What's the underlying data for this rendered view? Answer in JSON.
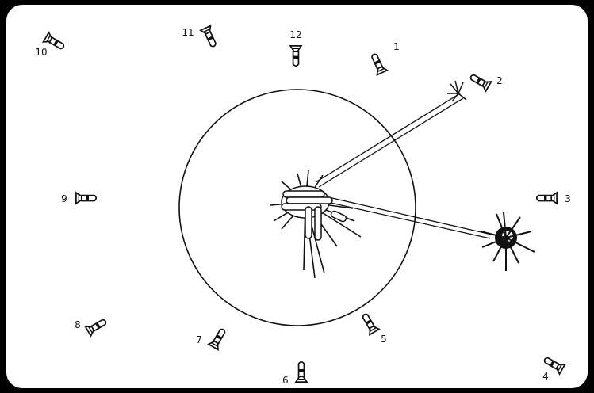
{
  "colors": {
    "background": "#000000",
    "panel": "#ffffff",
    "ink": "#111111"
  },
  "bombs": [
    {
      "id": "1",
      "label": "1",
      "icon": "bomb-icon"
    },
    {
      "id": "2",
      "label": "2",
      "icon": "bomb-icon"
    },
    {
      "id": "3",
      "label": "3",
      "icon": "bomb-icon"
    },
    {
      "id": "4",
      "label": "4",
      "icon": "bomb-icon"
    },
    {
      "id": "5",
      "label": "5",
      "icon": "bomb-icon"
    },
    {
      "id": "6",
      "label": "6",
      "icon": "bomb-icon"
    },
    {
      "id": "7",
      "label": "7",
      "icon": "bomb-icon"
    },
    {
      "id": "8",
      "label": "8",
      "icon": "bomb-icon"
    },
    {
      "id": "9",
      "label": "9",
      "icon": "bomb-icon"
    },
    {
      "id": "10",
      "label": "10",
      "icon": "bomb-icon"
    },
    {
      "id": "11",
      "label": "11",
      "icon": "bomb-icon"
    },
    {
      "id": "12",
      "label": "12",
      "icon": "bomb-icon"
    }
  ],
  "center": {
    "icon": "bomb-cluster-explosion-icon"
  },
  "explosion": {
    "icon": "explosion-burst-icon"
  }
}
